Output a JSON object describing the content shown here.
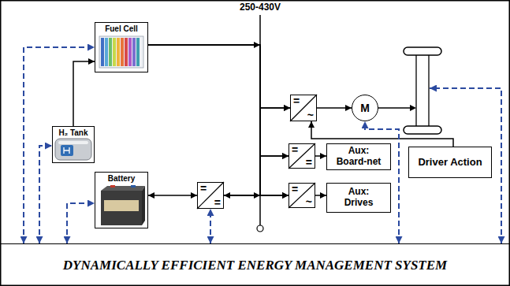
{
  "diagram": {
    "nodes": [
      {
        "text": [
          "Fuel Cell"
        ]
      },
      {
        "text": [
          "H₂ Tank"
        ]
      },
      {
        "text": [
          "Battery"
        ]
      },
      {
        "text": [
          "=",
          "="
        ]
      },
      {
        "text": [
          "=",
          "~"
        ]
      },
      {
        "text": [
          "M"
        ]
      },
      {
        "text": [
          "=",
          "="
        ]
      },
      {
        "text": [
          "Aux: Board-net"
        ]
      },
      {
        "text": [
          "=",
          "~"
        ]
      },
      {
        "text": [
          "Aux: Drives"
        ]
      },
      {
        "text": [
          "Driver Action"
        ]
      },
      {
        "text": [
          "DYNAMICALLY EFFICIENT ENERGY MANAGEMENT SYSTEM"
        ]
      }
    ],
    "edges": [
      {
        "from": 1,
        "to": 0,
        "arrow": "to"
      },
      {
        "from": 0,
        "to": 4,
        "arrow": "to"
      },
      {
        "from": 0,
        "to": 6,
        "arrow": "to"
      },
      {
        "from": 0,
        "to": 8,
        "arrow": "to"
      },
      {
        "from": 2,
        "to": 3,
        "arrow": "both"
      },
      {
        "from": 3,
        "to": 4,
        "arrow": "to"
      },
      {
        "from": 3,
        "to": 6,
        "arrow": "to"
      },
      {
        "from": 3,
        "to": 8,
        "arrow": "to"
      },
      {
        "from": 4,
        "to": 5,
        "arrow": "to"
      },
      {
        "from": 6,
        "to": 7,
        "arrow": "to"
      },
      {
        "from": 8,
        "to": 9,
        "arrow": "to"
      },
      {
        "from": 10,
        "to": 4,
        "arrow": "to"
      },
      {
        "from": 11,
        "to": 0,
        "arrow": "both"
      },
      {
        "from": 11,
        "to": 1,
        "arrow": "both"
      },
      {
        "from": 11,
        "to": 2,
        "arrow": "both"
      },
      {
        "from": 11,
        "to": 3,
        "arrow": "both"
      },
      {
        "from": 11,
        "to": 5,
        "arrow": "both"
      }
    ],
    "labels": [
      "250-430V"
    ]
  }
}
